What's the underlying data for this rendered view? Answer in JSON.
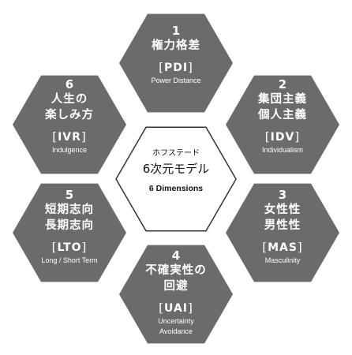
{
  "colors": {
    "hex_fill": "#6b6b6b",
    "center_fill": "#ffffff",
    "center_stroke": "#333333",
    "text_light": "#ffffff",
    "text_dark": "#111111"
  },
  "center": {
    "subtitle": "ホフステード",
    "title": "6次元モデル",
    "english": "6 Dimensions"
  },
  "dimensions": [
    {
      "number": "1",
      "japanese_lines": [
        "権力格差"
      ],
      "code": "PDI",
      "english_lines": [
        "Power Distance"
      ]
    },
    {
      "number": "2",
      "japanese_lines": [
        "集団主義",
        "個人主義"
      ],
      "code": "IDV",
      "english_lines": [
        "Individualism"
      ]
    },
    {
      "number": "3",
      "japanese_lines": [
        "女性性",
        "男性性"
      ],
      "code": "MAS",
      "english_lines": [
        "Masculinity"
      ]
    },
    {
      "number": "4",
      "japanese_lines": [
        "不確実性の",
        "回避"
      ],
      "code": "UAI",
      "english_lines": [
        "Uncertainty",
        "Avoidance"
      ]
    },
    {
      "number": "5",
      "japanese_lines": [
        "短期志向",
        "長期志向"
      ],
      "code": "LTO",
      "english_lines": [
        "Long / Short Term"
      ]
    },
    {
      "number": "6",
      "japanese_lines": [
        "人生の",
        "楽しみ方"
      ],
      "code": "IVR",
      "english_lines": [
        "Indulgence"
      ]
    }
  ]
}
